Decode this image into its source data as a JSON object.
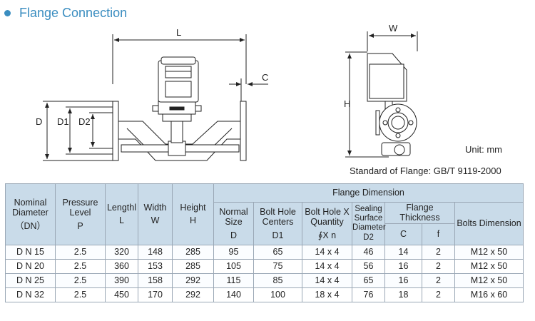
{
  "header": {
    "title": "Flange Connection",
    "bullet_color": "#3a8dc0"
  },
  "drawing": {
    "front_labels": {
      "L": "L",
      "C": "C",
      "D": "D",
      "D1": "D1",
      "D2": "D2"
    },
    "side_labels": {
      "W": "W",
      "H": "H"
    }
  },
  "unit_note": "Unit:  mm",
  "standard_note": "Standard of Flange:  GB/T 9119-2000",
  "table": {
    "header_bg": "#c9dbe9",
    "group_header": "Flange Dimension",
    "columns": {
      "nominal": {
        "label": "Nominal Diameter",
        "symbol": "（DN）"
      },
      "pressure": {
        "label": "Pressure Level",
        "symbol": "P"
      },
      "length": {
        "label": "Lengthl",
        "symbol": "L"
      },
      "width": {
        "label": "Width",
        "symbol": "W"
      },
      "height": {
        "label": "Height",
        "symbol": "H"
      },
      "normal_size": {
        "label": "Normal Size",
        "symbol": "D"
      },
      "bolt_centers": {
        "label": "Bolt Hole Centers",
        "symbol": "D1"
      },
      "bolt_qty": {
        "label": "Bolt Hole X Quantity",
        "symbol": "∮X n"
      },
      "sealing": {
        "label": "Sealing Surface Diameter",
        "symbol": "D2"
      },
      "flange_thickness": {
        "label": "Flange Thickness",
        "sub1": "C",
        "sub2": "f"
      },
      "bolts": {
        "label": "Bolts Dimension"
      }
    },
    "rows": [
      {
        "dn": "D N 15",
        "p": "2.5",
        "l": "320",
        "w": "148",
        "h": "285",
        "d": "95",
        "d1": "65",
        "xn": "14 x 4",
        "d2": "46",
        "c": "14",
        "f": "2",
        "bolts": "M12 x 50"
      },
      {
        "dn": "D N 20",
        "p": "2.5",
        "l": "360",
        "w": "153",
        "h": "285",
        "d": "105",
        "d1": "75",
        "xn": "14 x 4",
        "d2": "56",
        "c": "16",
        "f": "2",
        "bolts": "M12 x 50"
      },
      {
        "dn": "D N 25",
        "p": "2.5",
        "l": "390",
        "w": "158",
        "h": "292",
        "d": "115",
        "d1": "85",
        "xn": "14 x 4",
        "d2": "65",
        "c": "16",
        "f": "2",
        "bolts": "M12 x 50"
      },
      {
        "dn": "D N 32",
        "p": "2.5",
        "l": "450",
        "w": "170",
        "h": "292",
        "d": "140",
        "d1": "100",
        "xn": "18 x 4",
        "d2": "76",
        "c": "18",
        "f": "2",
        "bolts": "M16 x 60"
      }
    ]
  }
}
